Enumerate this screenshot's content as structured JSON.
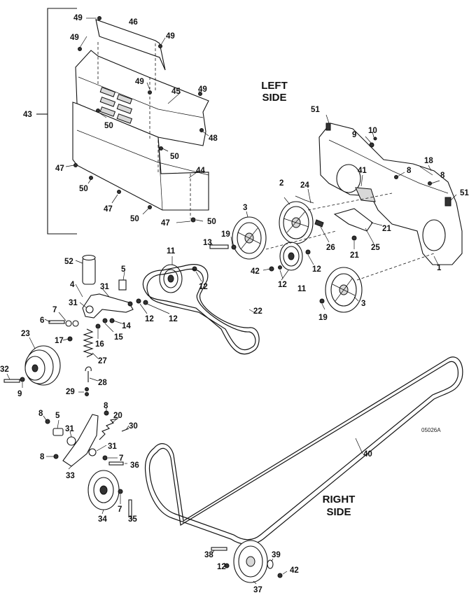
{
  "headings": {
    "left_line1": "LEFT",
    "left_line2": "SIDE",
    "right_line1": "RIGHT",
    "right_line2": "SIDE"
  },
  "figure_code": "05026A",
  "callouts": {
    "c49a": "49",
    "c46": "46",
    "c49b": "49",
    "c49c": "49",
    "c49d": "49",
    "c45": "45",
    "c49e": "49",
    "c43": "43",
    "c50a": "50",
    "c48": "48",
    "c50b": "50",
    "c47a": "47",
    "c50c": "50",
    "c44": "44",
    "c47b": "47",
    "c50d": "50",
    "c47c": "47",
    "c50e": "50",
    "c51a": "51",
    "c9a": "9",
    "c10": "10",
    "c18": "18",
    "c8a": "8",
    "c8b": "8",
    "c41": "41",
    "c51b": "51",
    "c24": "24",
    "c2": "2",
    "c21a": "21",
    "c25": "25",
    "c26": "26",
    "c21b": "21",
    "c1": "1",
    "c3a": "3",
    "c19a": "19",
    "c13": "13",
    "c42a": "42",
    "c12a": "12",
    "c11a": "11",
    "c12b": "12",
    "c3b": "3",
    "c19b": "19",
    "c11b": "11",
    "c12c": "12",
    "c52": "52",
    "c5a": "5",
    "c4": "4",
    "c31a": "31",
    "c31b": "31",
    "c12d": "12",
    "c12e": "12",
    "c22": "22",
    "c7a": "7",
    "c6": "6",
    "c14": "14",
    "c15": "15",
    "c17": "17",
    "c16": "16",
    "c23": "23",
    "c27": "27",
    "c28": "28",
    "c32": "32",
    "c9b": "9",
    "c29": "29",
    "c8c": "8",
    "c5b": "5",
    "c8d": "8",
    "c20": "20",
    "c30": "30",
    "c31c": "31",
    "c31d": "31",
    "c8e": "8",
    "c7b": "7",
    "c36": "36",
    "c33": "33",
    "c7c": "7",
    "c34": "34",
    "c35": "35",
    "c40": "40",
    "c38": "38",
    "c12f": "12",
    "c39": "39",
    "c42b": "42",
    "c37": "37"
  }
}
